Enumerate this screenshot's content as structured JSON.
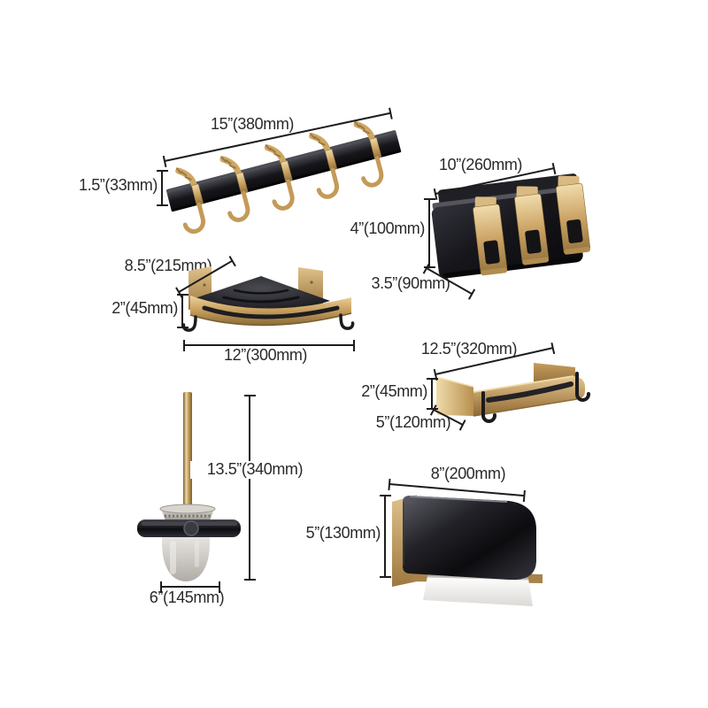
{
  "page": {
    "background": "#ffffff",
    "dimension_line_color": "#1d1d1d",
    "text_color": "#2a2a2a",
    "accent_gold": "#c79e5c",
    "accent_black": "#17171a"
  },
  "products": [
    {
      "name": "robe-hook-rail",
      "dims": {
        "width": "15”(380mm)",
        "height": "1.5”(33mm)"
      }
    },
    {
      "name": "toothbrush-holder",
      "dims": {
        "width": "10”(260mm)",
        "height": "4”(100mm)",
        "depth": "3.5”(90mm)"
      }
    },
    {
      "name": "corner-shelf",
      "dims": {
        "depth": "8.5”(215mm)",
        "height": "2”(45mm)",
        "width": "12”(300mm)"
      }
    },
    {
      "name": "wall-shelf-basket",
      "dims": {
        "width": "12.5”(320mm)",
        "height": "2”(45mm)",
        "depth": "5”(120mm)"
      }
    },
    {
      "name": "toilet-brush-holder",
      "dims": {
        "height": "13.5”(340mm)",
        "width": "6”(145mm)"
      }
    },
    {
      "name": "toilet-paper-holder",
      "dims": {
        "width": "8”(200mm)",
        "height": "5”(130mm)"
      }
    }
  ]
}
